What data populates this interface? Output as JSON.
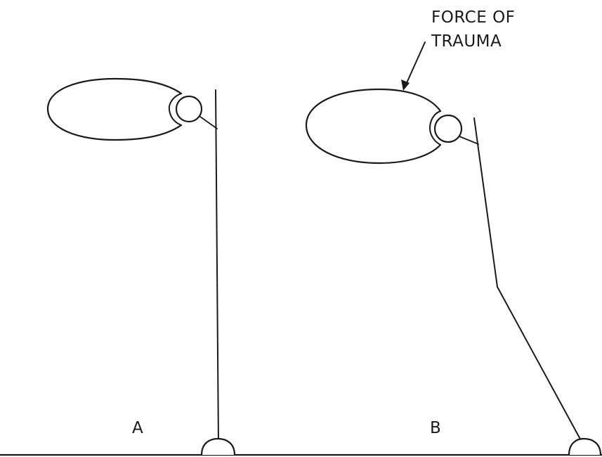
{
  "annotation": {
    "line1": "FORCE OF",
    "line2": "TRAUMA"
  },
  "panels": [
    {
      "label": "A"
    },
    {
      "label": "B"
    }
  ]
}
